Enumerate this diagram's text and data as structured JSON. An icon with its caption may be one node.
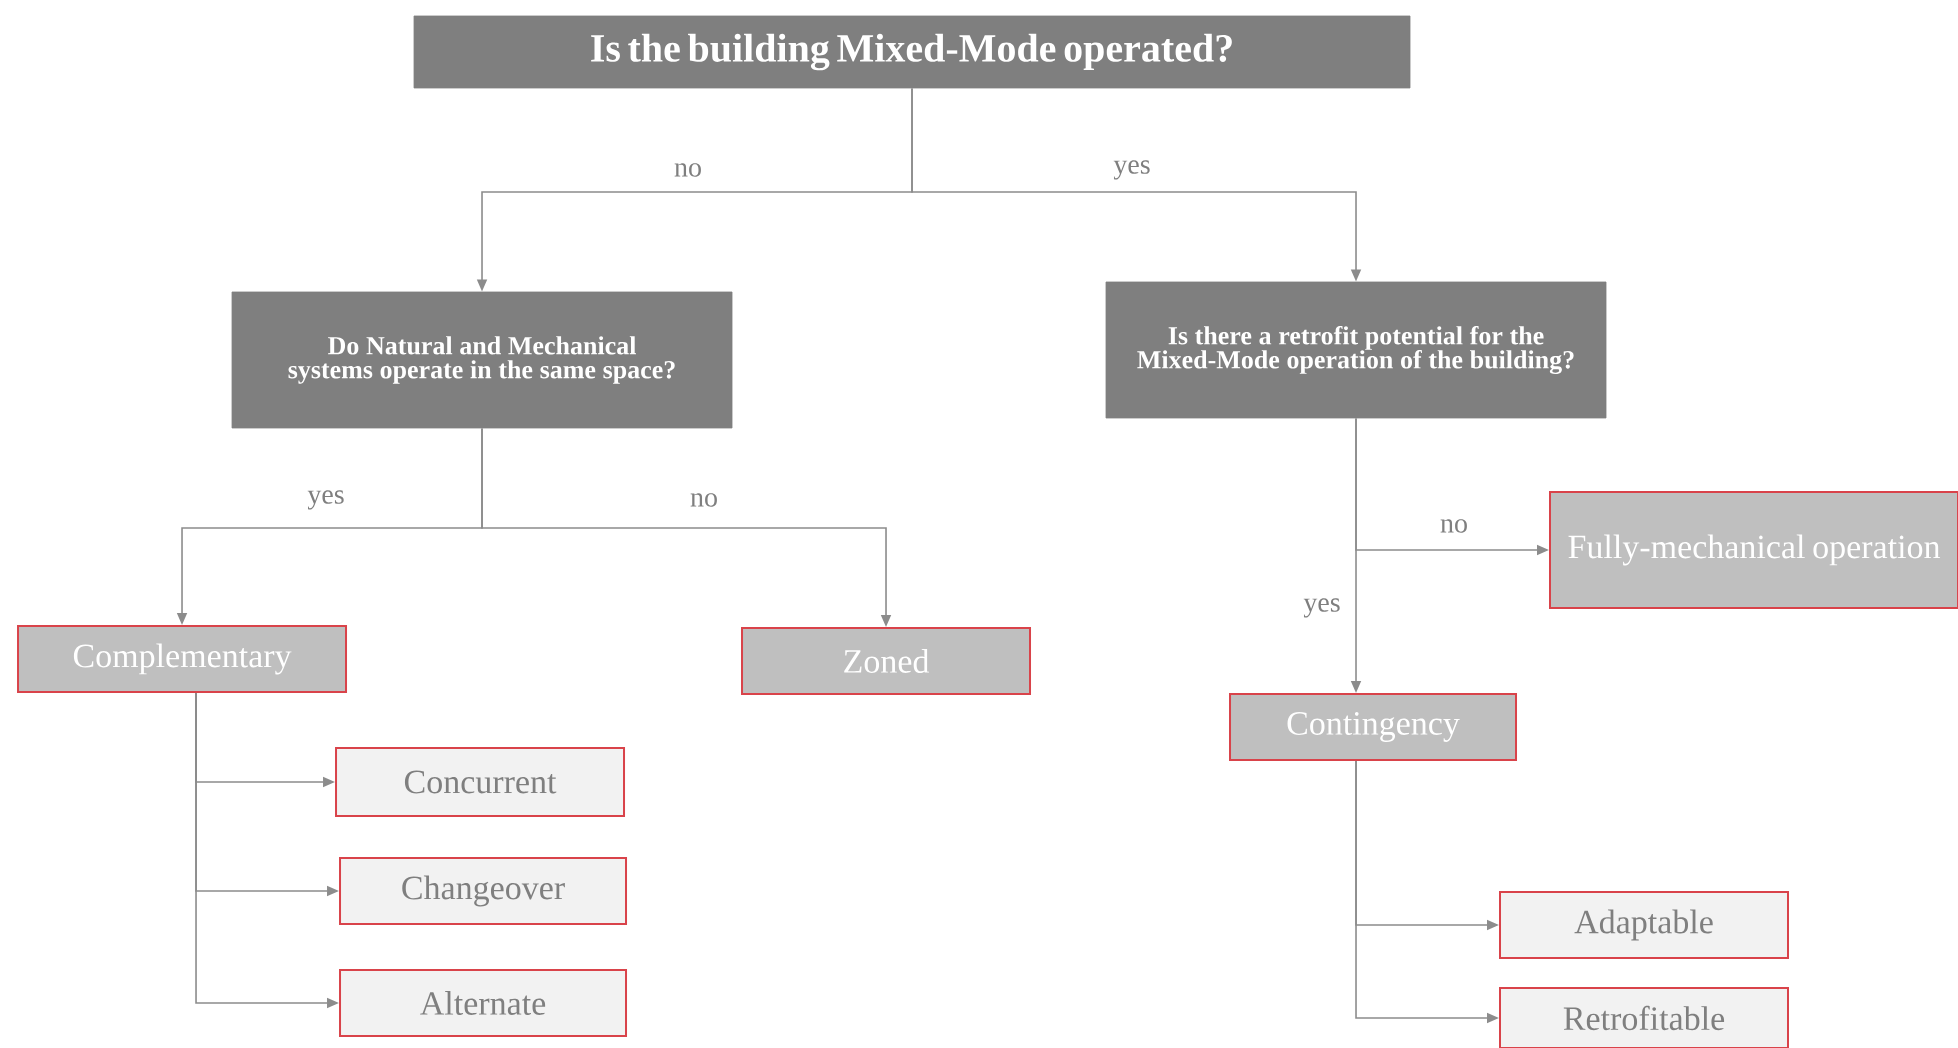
{
  "diagram": {
    "nodes": [
      {
        "text": [
          "Is the building Mixed-Mode operated?"
        ]
      },
      {
        "text": [
          "Do Natural and Mechanical systems operate in the same space?"
        ]
      },
      {
        "text": [
          "Is there a retrofit potential for the Mixed-Mode operation of the building?"
        ]
      },
      {
        "text": [
          "Complementary"
        ]
      },
      {
        "text": [
          "Zoned"
        ]
      },
      {
        "text": [
          "Fully-mechanical operation"
        ]
      },
      {
        "text": [
          "Contingency"
        ]
      },
      {
        "text": [
          "Concurrent"
        ]
      },
      {
        "text": [
          "Changeover"
        ]
      },
      {
        "text": [
          "Alternate"
        ]
      },
      {
        "text": [
          "Adaptable"
        ]
      },
      {
        "text": [
          "Retrofitable"
        ]
      }
    ],
    "edges": [
      {
        "from": 0,
        "to": 1,
        "arrow": "to",
        "label": "no"
      },
      {
        "from": 0,
        "to": 2,
        "arrow": "to",
        "label": "yes"
      },
      {
        "from": 1,
        "to": 3,
        "arrow": "to",
        "label": "yes"
      },
      {
        "from": 1,
        "to": 4,
        "arrow": "to",
        "label": "no"
      },
      {
        "from": 2,
        "to": 5,
        "arrow": "to",
        "label": "no"
      },
      {
        "from": 2,
        "to": 6,
        "arrow": "to",
        "label": "yes"
      },
      {
        "from": 3,
        "to": 7,
        "arrow": "to"
      },
      {
        "from": 3,
        "to": 8,
        "arrow": "to"
      },
      {
        "from": 3,
        "to": 9,
        "arrow": "to"
      },
      {
        "from": 6,
        "to": 10,
        "arrow": "to"
      },
      {
        "from": 6,
        "to": 11,
        "arrow": "to"
      }
    ]
  }
}
